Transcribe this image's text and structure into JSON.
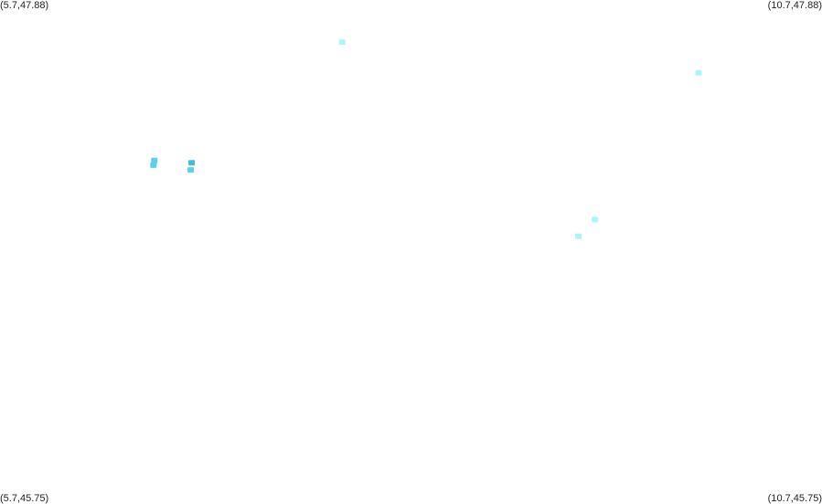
{
  "map": {
    "corners": {
      "top_left": "(5.7,47.88)",
      "top_right": "(10.7,47.88)",
      "bottom_left": "(5.7,45.75)",
      "bottom_right": "(10.7,45.75)"
    },
    "lon_range": [
      5.7,
      10.7
    ],
    "lat_range": [
      45.75,
      47.88
    ],
    "points": [
      {
        "lon": 7.781,
        "lat": 47.7,
        "color": "#aaf5fb"
      },
      {
        "lon": 9.949,
        "lat": 47.57,
        "color": "#aaf5fb"
      },
      {
        "lon": 6.639,
        "lat": 47.2,
        "color": "#5ad0ec"
      },
      {
        "lon": 6.634,
        "lat": 47.18,
        "color": "#5ad0ec"
      },
      {
        "lon": 6.866,
        "lat": 47.19,
        "color": "#3fbce4"
      },
      {
        "lon": 6.86,
        "lat": 47.16,
        "color": "#5ad0ec"
      },
      {
        "lon": 9.319,
        "lat": 46.95,
        "color": "#aaf5fb"
      },
      {
        "lon": 9.218,
        "lat": 46.88,
        "color": "#aaf5fb"
      }
    ]
  }
}
